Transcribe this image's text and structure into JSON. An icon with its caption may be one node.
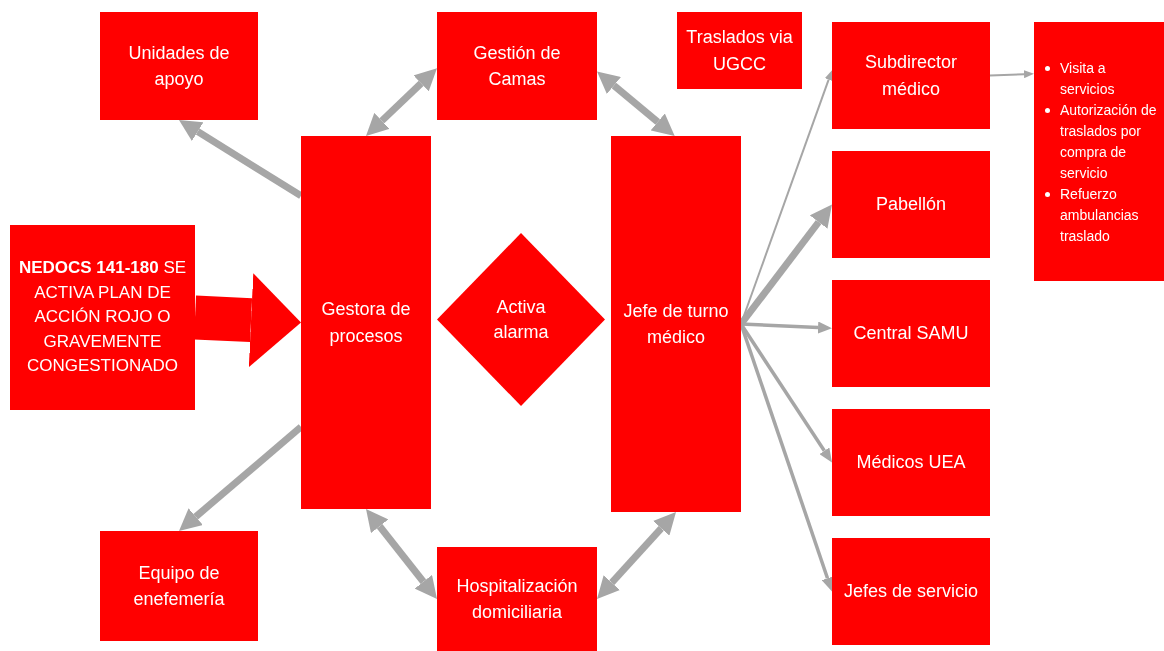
{
  "diagram": {
    "nodes": [
      {
        "text": [
          "Unidades de apoyo"
        ]
      },
      {
        "text": [
          "Gestión de Camas"
        ]
      },
      {
        "text": [
          "Traslados via UGCC"
        ]
      },
      {
        "text": [
          "Subdirector médico"
        ]
      },
      {
        "text": [
          "Visita a servicios",
          "Autorización de  traslados por compra de servicio",
          "Refuerzo ambulancias traslado"
        ]
      },
      {
        "text": [
          "**NEDOCS 141-180** SE ACTIVA PLAN DE ACCIÓN ROJO O GRAVEMENTE CONGESTIONADO"
        ]
      },
      {
        "text": [
          "Gestora de procesos"
        ]
      },
      {
        "text": [
          "Activa alarma"
        ]
      },
      {
        "text": [
          "Jefe de turno médico"
        ]
      },
      {
        "text": [
          "Pabellón"
        ]
      },
      {
        "text": [
          "Central SAMU"
        ]
      },
      {
        "text": [
          "Médicos UEA"
        ]
      },
      {
        "text": [
          "Jefes de servicio"
        ]
      },
      {
        "text": [
          "Equipo de enefemería"
        ]
      },
      {
        "text": [
          "Hospitalización domiciliaria"
        ]
      }
    ],
    "edges": [
      {
        "from": 6,
        "to": 0,
        "arrow": "to"
      },
      {
        "from": 6,
        "to": 1,
        "arrow": "both"
      },
      {
        "from": 8,
        "to": 1,
        "arrow": "both"
      },
      {
        "from": 6,
        "to": 13,
        "arrow": "to"
      },
      {
        "from": 6,
        "to": 14,
        "arrow": "both"
      },
      {
        "from": 8,
        "to": 14,
        "arrow": "both"
      },
      {
        "from": 8,
        "to": 3,
        "arrow": "to"
      },
      {
        "from": 8,
        "to": 9,
        "arrow": "to"
      },
      {
        "from": 8,
        "to": 10,
        "arrow": "to"
      },
      {
        "from": 8,
        "to": 11,
        "arrow": "to"
      },
      {
        "from": 8,
        "to": 12,
        "arrow": "to"
      },
      {
        "from": 3,
        "to": 4,
        "arrow": "to"
      },
      {
        "from": 5,
        "to": 6,
        "arrow": "to",
        "style": "thick",
        "color": "#ff0000"
      }
    ]
  }
}
